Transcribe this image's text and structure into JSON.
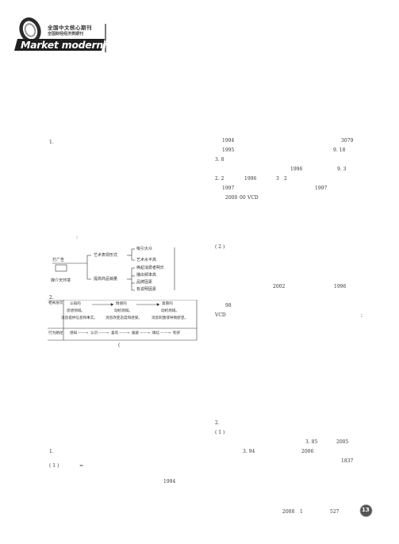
{
  "header": {
    "title_zh": "全国中文核心期刊",
    "subtitle_zh": "全国财经经济类期刊",
    "title_en": "Market modernization"
  },
  "left": {
    "p1": "1.",
    "colon_mark": ":",
    "p2": "2.",
    "paren_mark": "(",
    "p3": "1.",
    "p4": "( 1 )",
    "eq": "=",
    "yr": "1994"
  },
  "diagram1": {
    "root": "打广告",
    "mid_label": "媒介天环境",
    "branch_a": "艺术表现形式",
    "branch_b": "提高商品销量",
    "leaves_a": [
      "吸引大众",
      "艺术水平高"
    ],
    "leaves_b": [
      "唤起消费者明乐",
      "播出频率高",
      "品牌因素",
      "有说明因素"
    ]
  },
  "diagram2": {
    "row1_label": "相关层次",
    "stages": [
      "认知的",
      "情感的",
      "意愿的"
    ],
    "stage_sub1": [
      "思想领域。",
      "动机领域。",
      "动机领域。"
    ],
    "stage_sub2": [
      "消息提供信息和事实。",
      "消息改变态度和感受。",
      "消息刺激或导致欲望。"
    ],
    "row2_label": "行为路径",
    "path": [
      "感知",
      "认识",
      "喜欢",
      "偏爱",
      "确信",
      "购买"
    ]
  },
  "right": {
    "l1a": "1994",
    "l1b": "3079",
    "l2a": "1995",
    "l2b": "9. 18",
    "l3": "3. 8",
    "l4a": "1996",
    "l4b": "9. 3",
    "l5a": "2. 2",
    "l5b": "1996",
    "l5c": "3",
    "l5d": "2",
    "l6a": "1997",
    "l6b": "1997",
    "l7a": "2000",
    "l7b": "00",
    "l7c": "VCD",
    "p2": "( 2 )",
    "l8a": "2002",
    "l8b": "1996",
    "l9": "98",
    "l10a": "VCD",
    "l10b": ";",
    "p3": "2.",
    "p4": "( 1 )",
    "l11a": "3. 85",
    "l11b": "2005",
    "l12a": "3. 94",
    "l12b": "2006",
    "l13": "1837"
  },
  "footer": {
    "year": "2008",
    "sep": "1",
    "issue": "527",
    "page": "13"
  }
}
